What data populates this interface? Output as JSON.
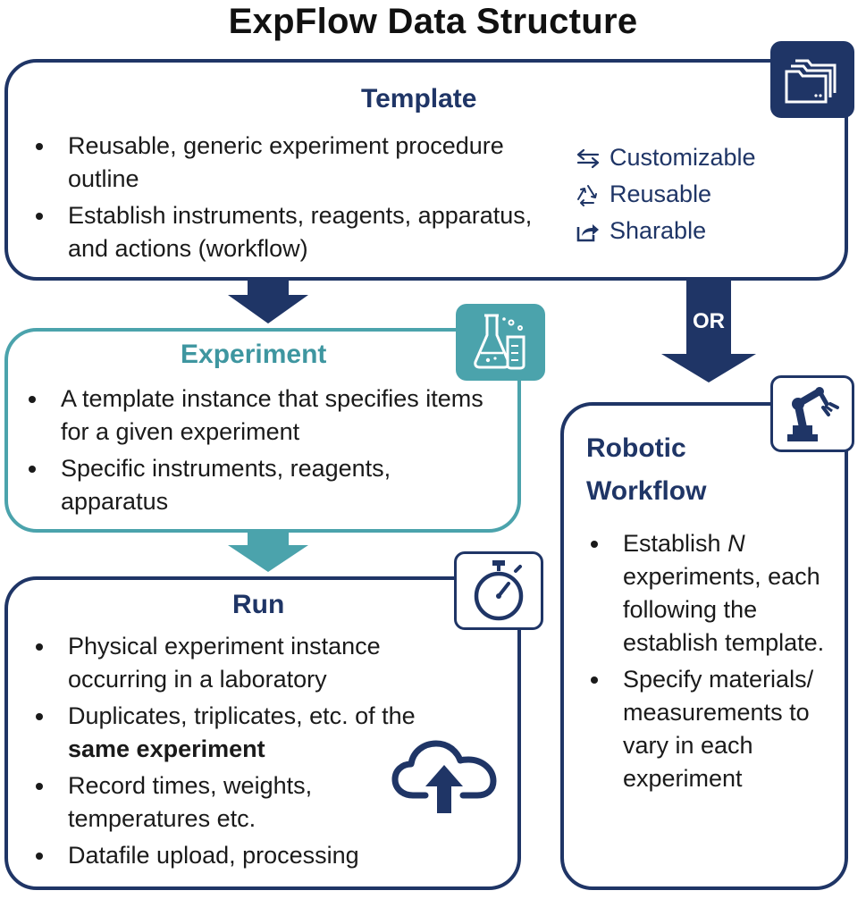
{
  "title": "ExpFlow Data Structure",
  "colors": {
    "navy": "#1f3566",
    "teal": "#4ba3ac",
    "teal_text": "#3e96a0"
  },
  "template": {
    "title": "Template",
    "bullets": [
      "Reusable, generic experiment procedure outline",
      "Establish instruments, reagents, apparatus, and actions (workflow)"
    ],
    "features": [
      {
        "icon": "swap-arrows-icon",
        "label": "Customizable"
      },
      {
        "icon": "recycle-icon",
        "label": "Reusable"
      },
      {
        "icon": "share-icon",
        "label": "Sharable"
      }
    ],
    "badge_icon": "folders-icon"
  },
  "connector": {
    "or_label": "OR"
  },
  "experiment": {
    "title": "Experiment",
    "bullets": [
      "A template instance that specifies items for a given experiment",
      "Specific instruments, reagents, apparatus"
    ],
    "badge_icon": "lab-flasks-icon"
  },
  "run": {
    "title": "Run",
    "bullets": [
      "Physical experiment instance occurring in a laboratory",
      "Record times, weights, temperatures etc.",
      "Datafile upload, processing"
    ],
    "bullet_dup_prefix": "Duplicates, triplicates, etc. of the ",
    "bullet_dup_bold": "same experiment",
    "badge_icon": "stopwatch-icon",
    "upload_icon": "cloud-upload-icon"
  },
  "robotic": {
    "title_line1": "Robotic",
    "title_line2": "Workflow",
    "bullet1_prefix": "Establish ",
    "bullet1_italic": "N",
    "bullet1_suffix": " experiments, each following the establish template.",
    "bullet2": "Specify materials/ measurements to vary in each experiment",
    "badge_icon": "robot-arm-icon"
  }
}
